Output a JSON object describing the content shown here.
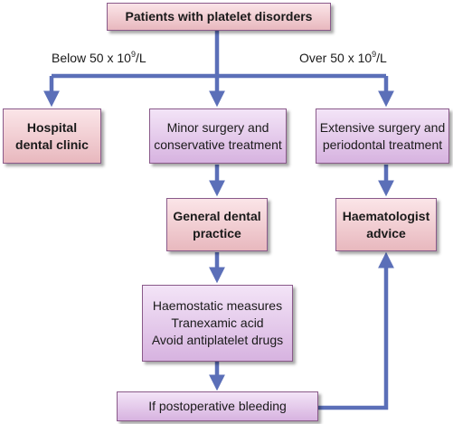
{
  "nodes": {
    "patients": "Patients with platelet disorders",
    "hospital": [
      "Hospital",
      "dental clinic"
    ],
    "minor": [
      "Minor surgery and",
      "conservative treatment"
    ],
    "extensive": [
      "Extensive surgery and",
      "periodontal treatment"
    ],
    "general": [
      "General dental",
      "practice"
    ],
    "haematologist": [
      "Haematologist",
      "advice"
    ],
    "measures": [
      "Haemostatic measures",
      "Tranexamic acid",
      "Avoid antiplatelet drugs"
    ],
    "bleeding": "If postoperative bleeding"
  },
  "labels": {
    "below": {
      "pre": "Below 50 x 10",
      "sup": "9",
      "post": "/L"
    },
    "over": {
      "pre": "Over 50 x 10",
      "sup": "9",
      "post": "/L"
    }
  },
  "colors": {
    "arrow": "#5b6fb8",
    "box_border": "#8a5a8a"
  }
}
